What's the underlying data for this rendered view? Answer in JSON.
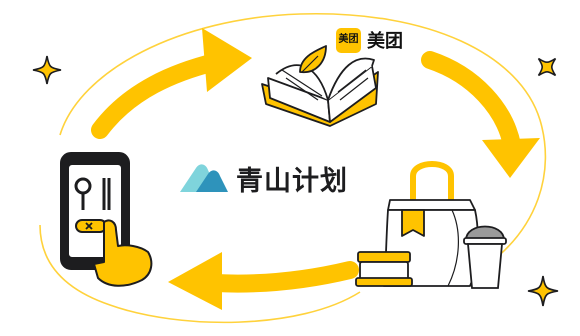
{
  "center_logo": {
    "text": "青山计划",
    "icon": "mountain-logo-icon"
  },
  "meituan": {
    "badge": "美团",
    "text": "美团",
    "icon": "meituan-logo-icon"
  },
  "colors": {
    "yellow": "#ffc300",
    "ink": "#1d1d1f",
    "logo_teal_light": "#7fd4dc",
    "logo_teal_dark": "#2e93bb",
    "gray": "#9a9a9a"
  },
  "icons": [
    "sparkle-icon",
    "open-book-leaf-icon",
    "takeaway-bag-icon",
    "bowl-icon",
    "cup-icon",
    "phone-tap-icon",
    "cycle-arrow-icon"
  ]
}
